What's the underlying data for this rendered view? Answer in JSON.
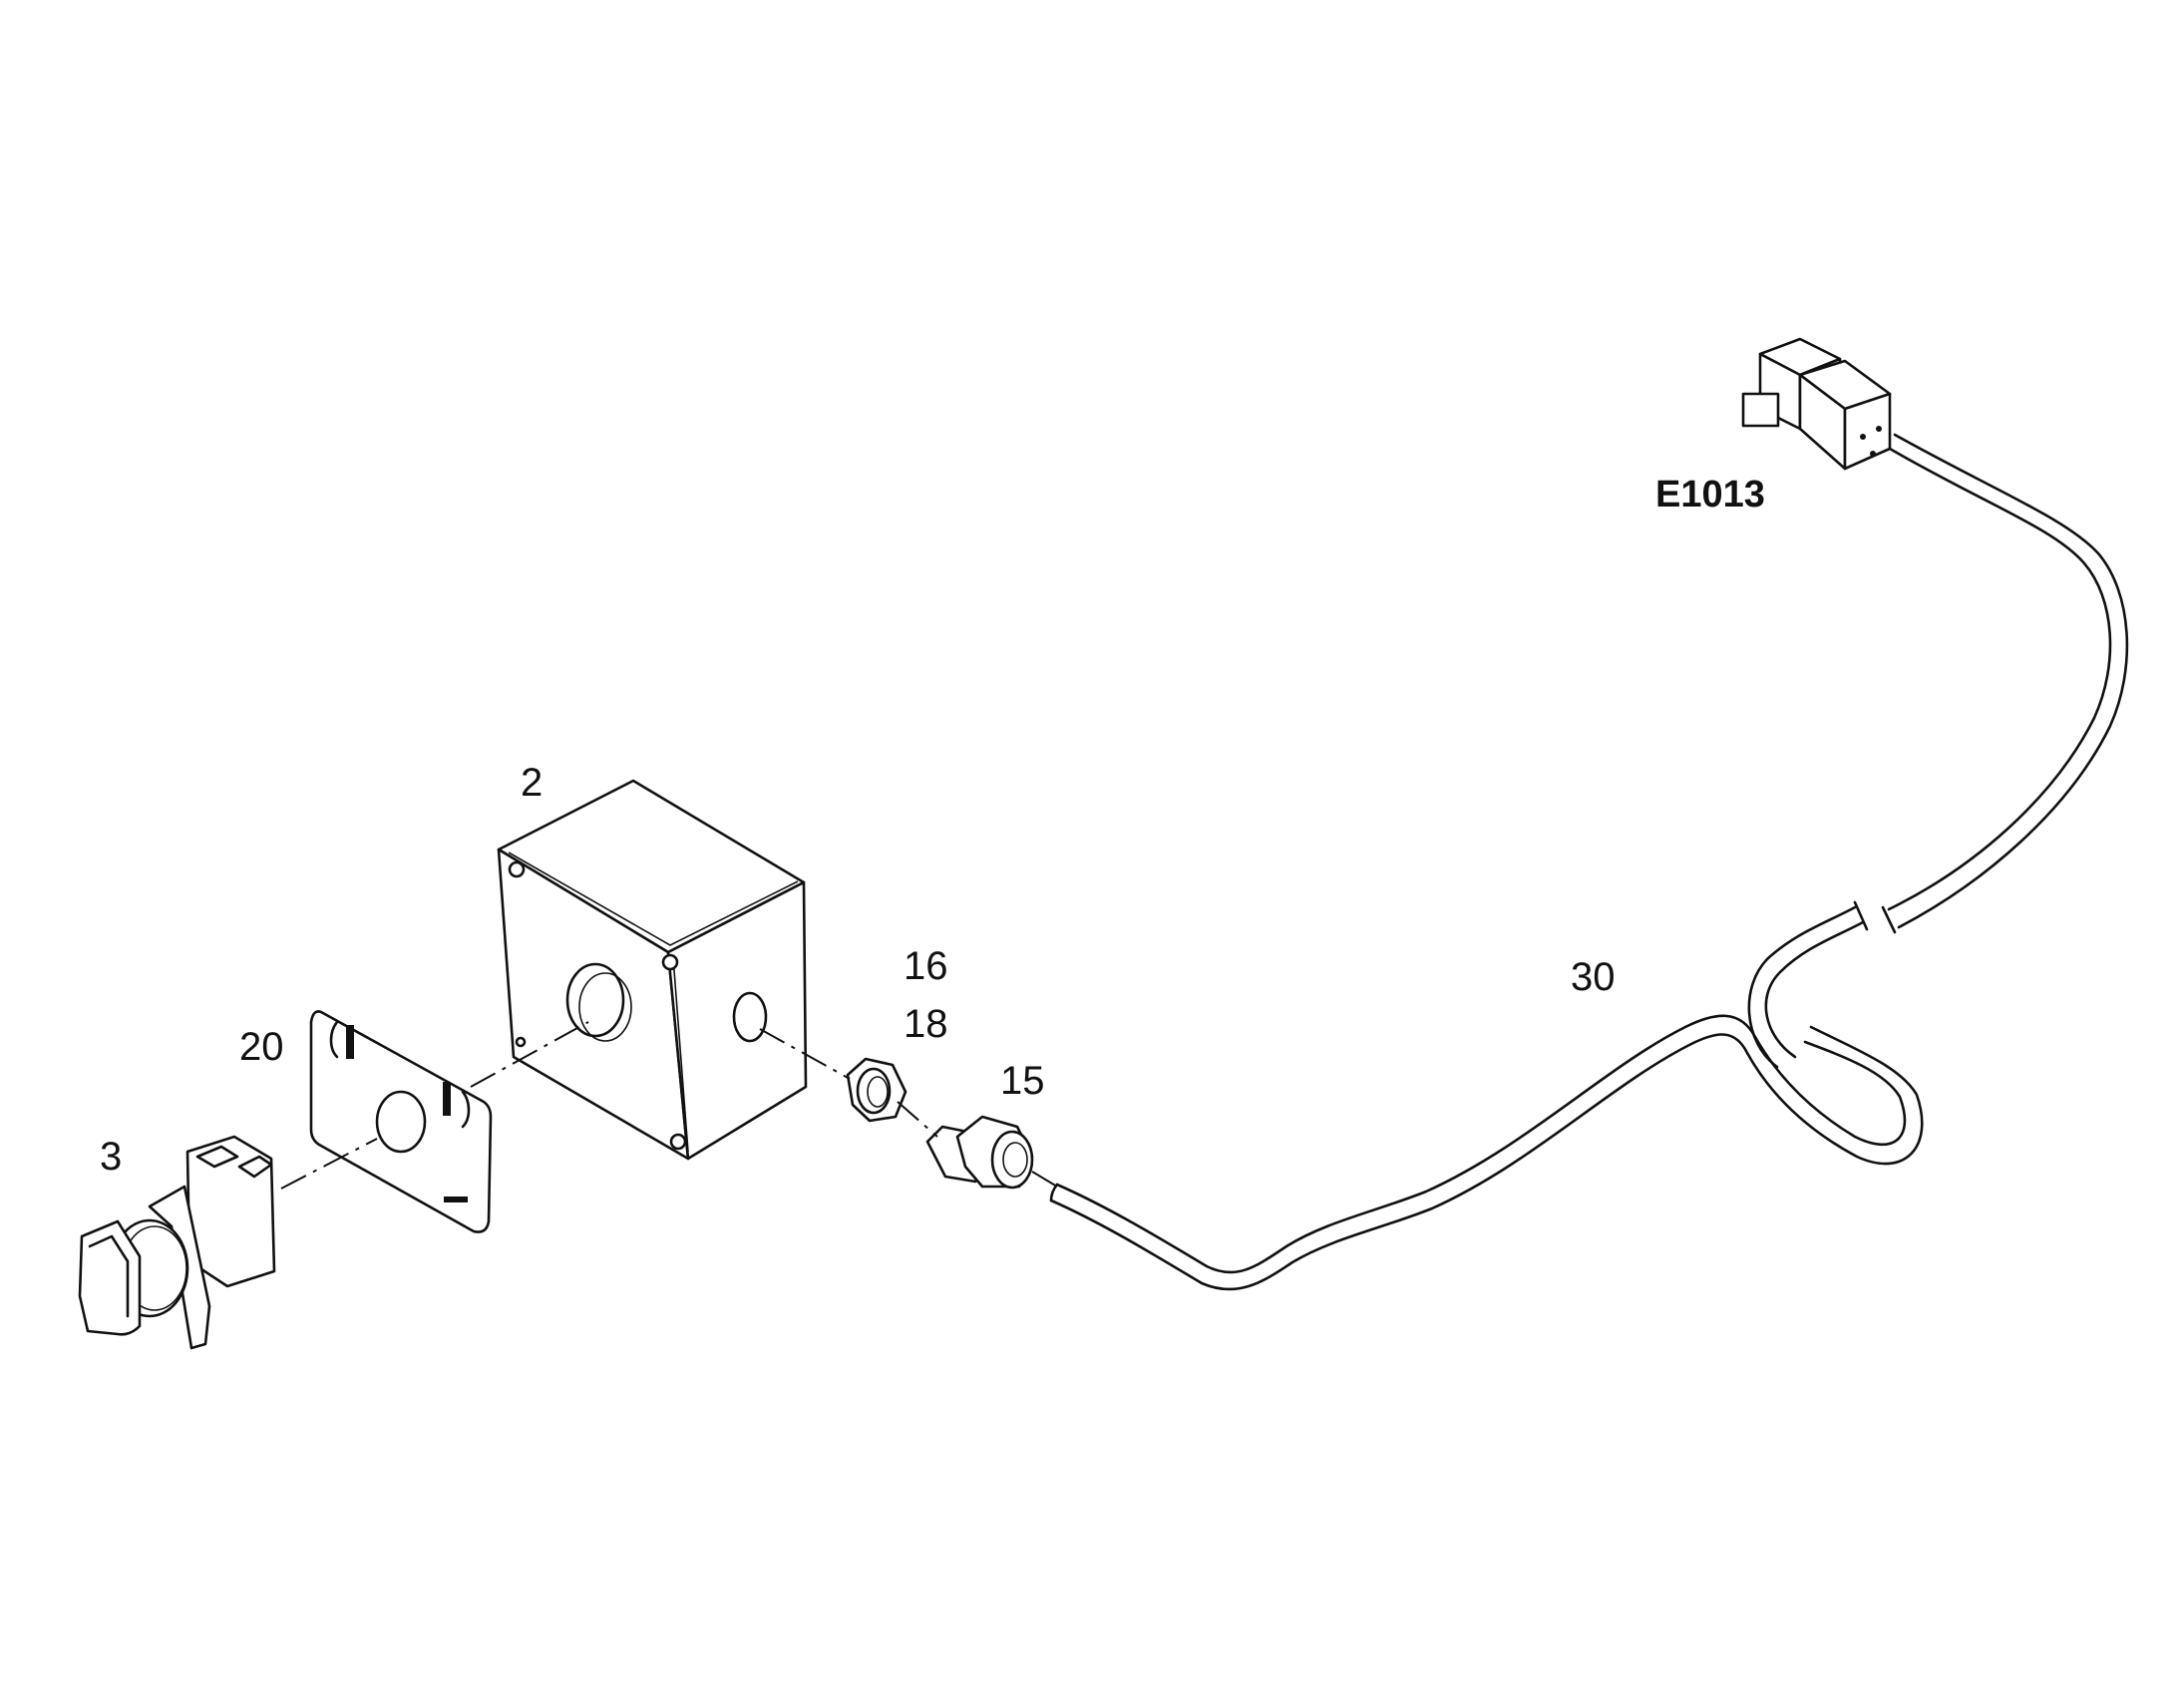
{
  "diagram": {
    "reference_code": "E1013",
    "parts": [
      {
        "id": "2",
        "label": "2"
      },
      {
        "id": "3",
        "label": "3"
      },
      {
        "id": "15",
        "label": "15"
      },
      {
        "id": "16",
        "label": "16"
      },
      {
        "id": "18",
        "label": "18"
      },
      {
        "id": "20",
        "label": "20"
      },
      {
        "id": "30",
        "label": "30"
      }
    ]
  }
}
